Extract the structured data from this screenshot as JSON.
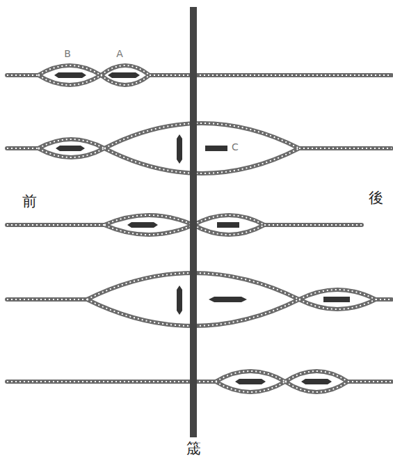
{
  "diagram": {
    "labels": [
      "B",
      "A",
      "C",
      "前",
      "後",
      "筬"
    ]
  }
}
